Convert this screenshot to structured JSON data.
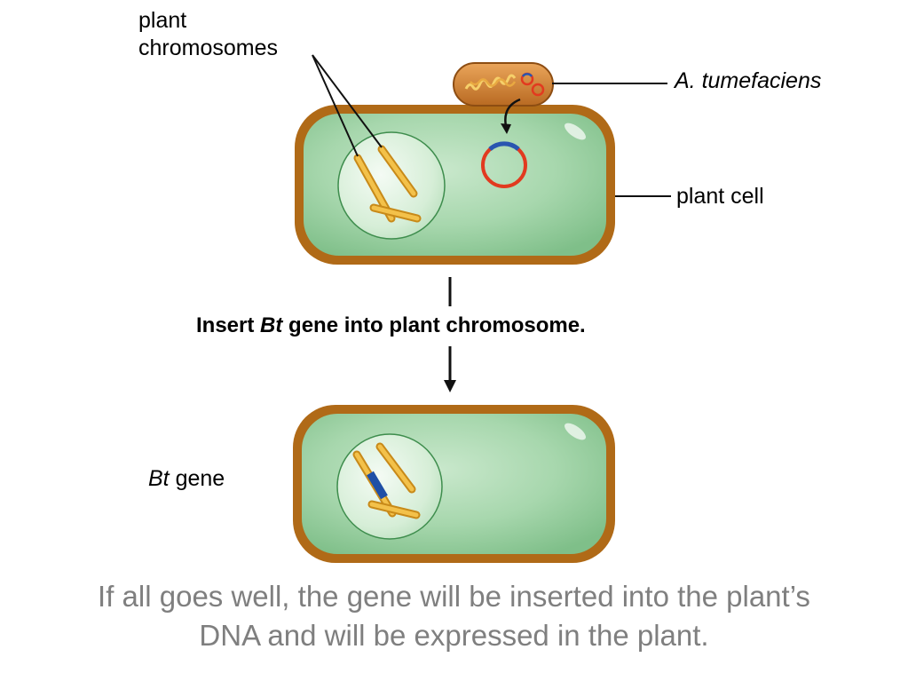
{
  "labels": {
    "chromosomes_line1": "plant",
    "chromosomes_line2": "chromosomes",
    "bacterium": "A. tumefaciens",
    "plant_cell": "plant cell",
    "step_prefix": "Insert ",
    "step_italic": "Bt",
    "step_suffix": " gene into plant chromosome.",
    "bt_gene_italic": "Bt",
    "bt_gene_suffix": " gene"
  },
  "caption": {
    "line1": "If all goes well, the gene will be inserted into the plant’s",
    "line2": "DNA and will be expressed in the plant."
  },
  "colors": {
    "cell_wall": "#b06a17",
    "cytoplasm": "#9fd1a6",
    "nucleus": "#d8efd8",
    "chromosome": "#efb232",
    "bt_gene": "#1f4fa6",
    "plasmid_red": "#e23a1f",
    "plasmid_blue": "#2a56b0",
    "bacterium": "#d98b3a",
    "caption_text": "#7f7f7f"
  }
}
